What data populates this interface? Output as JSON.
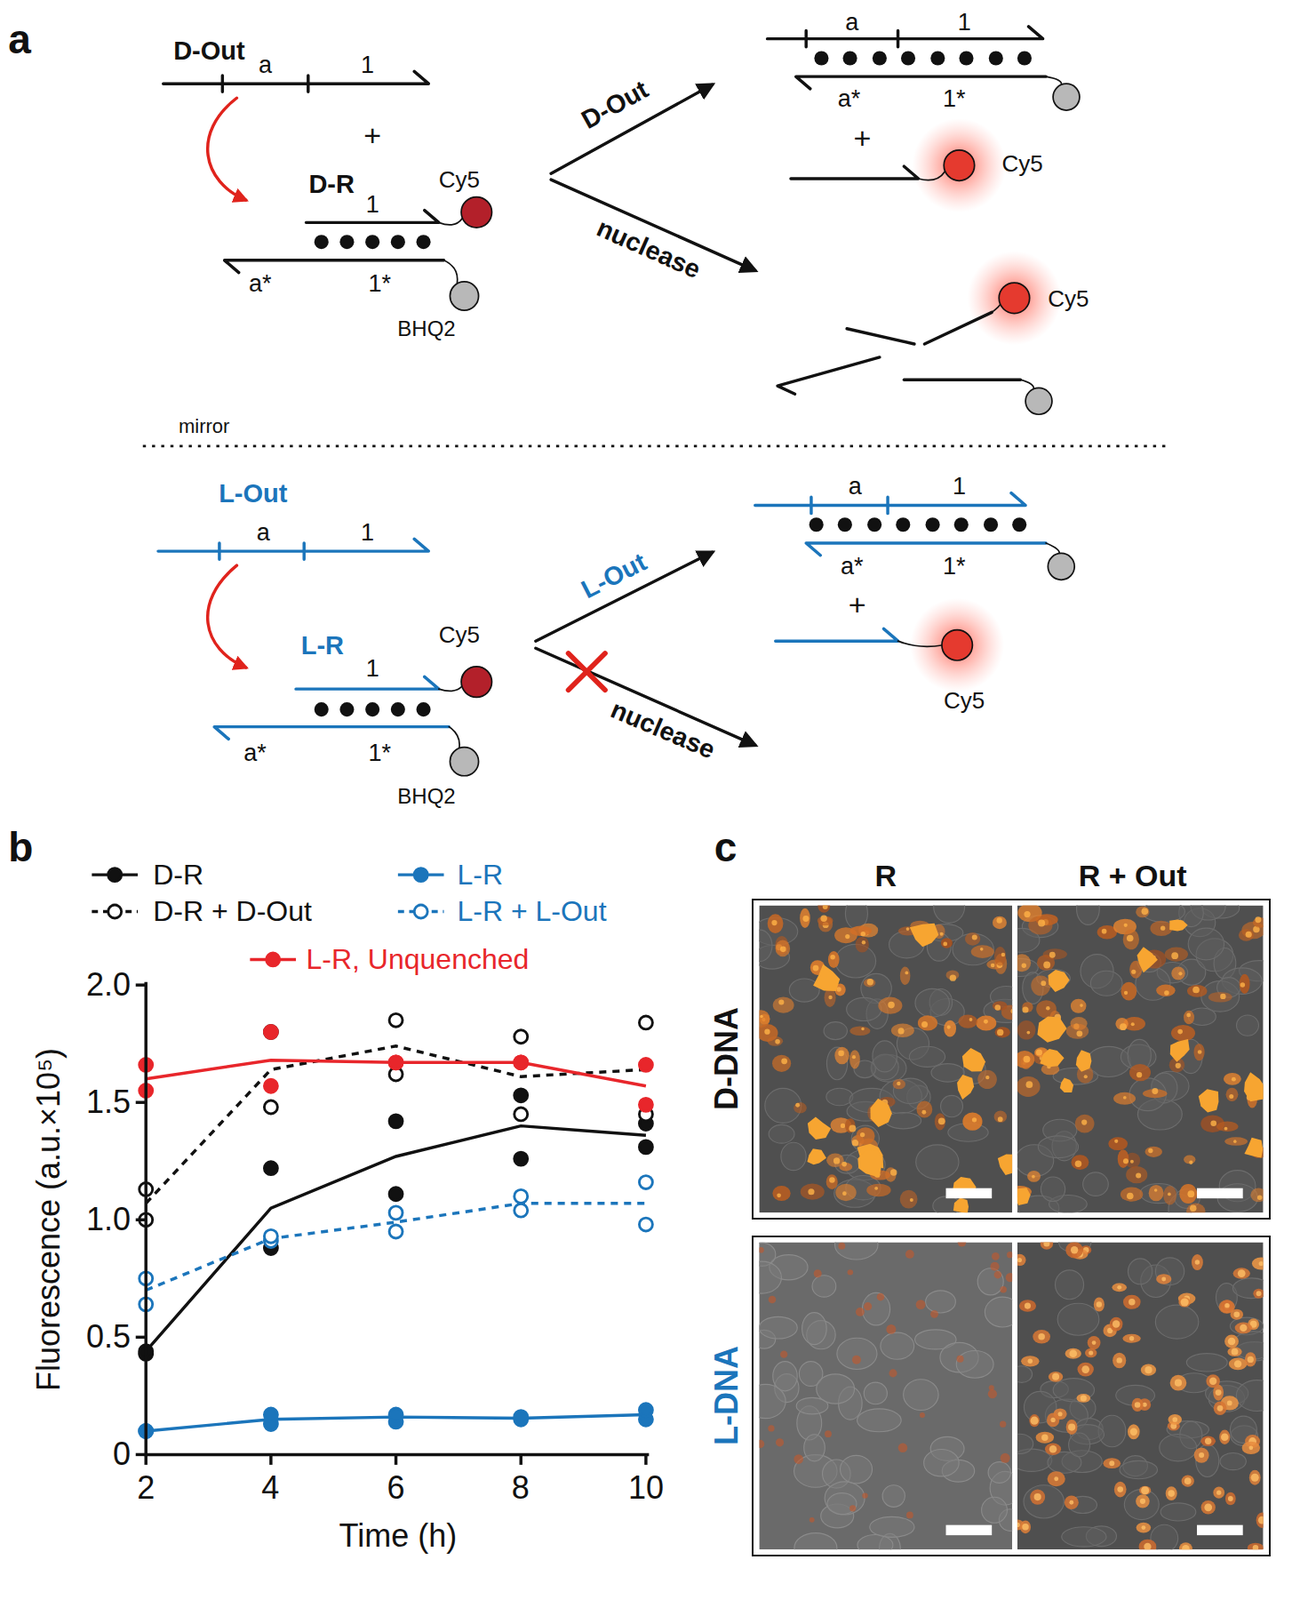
{
  "diagram": {
    "nodes": [
      {
        "text": [
          "D-DNA"
        ]
      },
      {
        "text": [
          "L-DNA"
        ]
      }
    ],
    "labels": [
      "a",
      "D-Out",
      "a",
      "1",
      "+",
      "D-R",
      "Cy5",
      "1",
      "a*",
      "1*",
      "BHQ2",
      "D-Out",
      "nuclease",
      "a",
      "1",
      "a*",
      "1*",
      "+",
      "Cy5",
      "Cy5",
      "mirror",
      "L-Out",
      "a",
      "1",
      "L-R",
      "Cy5",
      "1",
      "a*",
      "1*",
      "BHQ2",
      "L-Out",
      "nuclease",
      "a",
      "1",
      "a*",
      "1*",
      "+",
      "Cy5",
      "b",
      "2.0",
      "1.5",
      "1.0",
      "0.5",
      "0",
      "2",
      "4",
      "6",
      "8",
      "10",
      "Time (h)",
      "Fluorescence (a.u.×10⁵)",
      "c",
      "R",
      "R + Out"
    ],
    "legend": [
      {
        "text": "D-R"
      },
      {
        "text": "L-R"
      },
      {
        "text": "D-R + D-Out"
      },
      {
        "text": "L-R + L-Out"
      },
      {
        "text": "L-R, Unquenched"
      }
    ]
  }
}
